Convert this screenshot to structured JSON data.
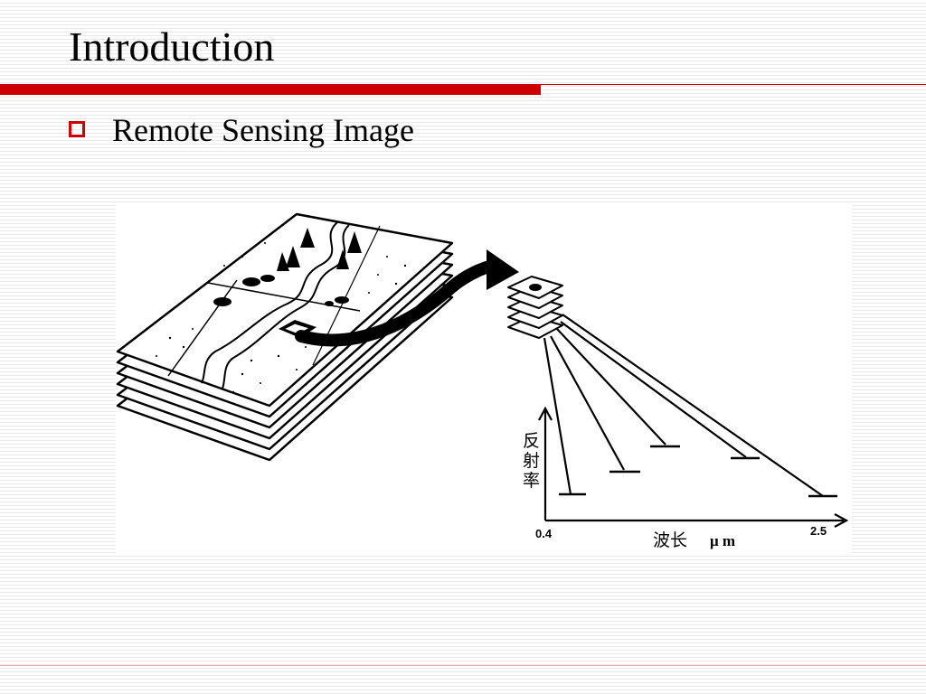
{
  "slide": {
    "title": "Introduction",
    "bullet": "Remote Sensing Image",
    "accent_color": "#cc0000"
  },
  "figure": {
    "y_axis_label": [
      "反",
      "射",
      "率"
    ],
    "x_axis_label": "波长",
    "x_axis_unit": "μ m",
    "x_min_label": "0.4",
    "x_max_label": "2.5"
  }
}
